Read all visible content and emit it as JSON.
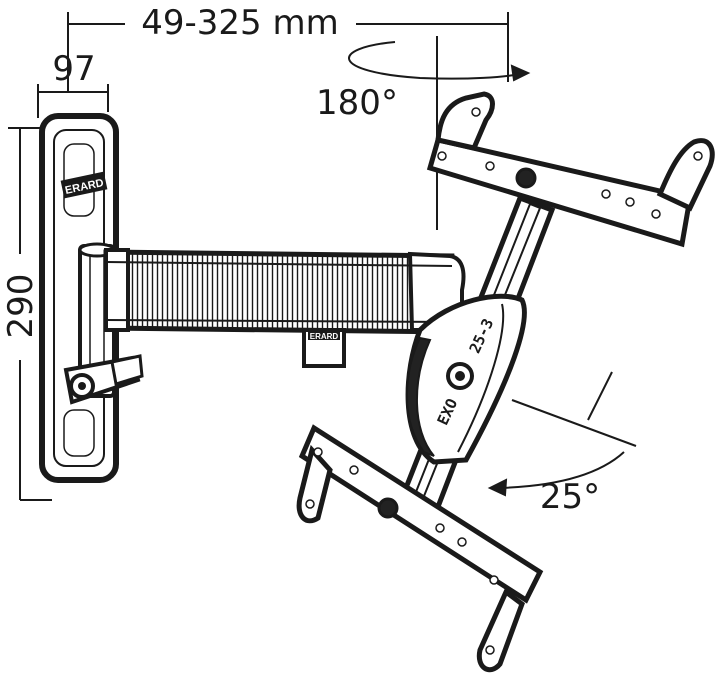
{
  "dimensions": {
    "extension": "49-325 mm",
    "plate_width": "97",
    "plate_height": "290",
    "swivel_angle": "180°",
    "tilt_angle": "25°"
  },
  "branding": {
    "wall_plate_logo": "ERARD",
    "arm_logo": "ERARD",
    "model_line": "EXO",
    "model_number": "25-3"
  },
  "colors": {
    "line": "#1a1a1a",
    "fill": "#ffffff",
    "dark": "#222222"
  }
}
